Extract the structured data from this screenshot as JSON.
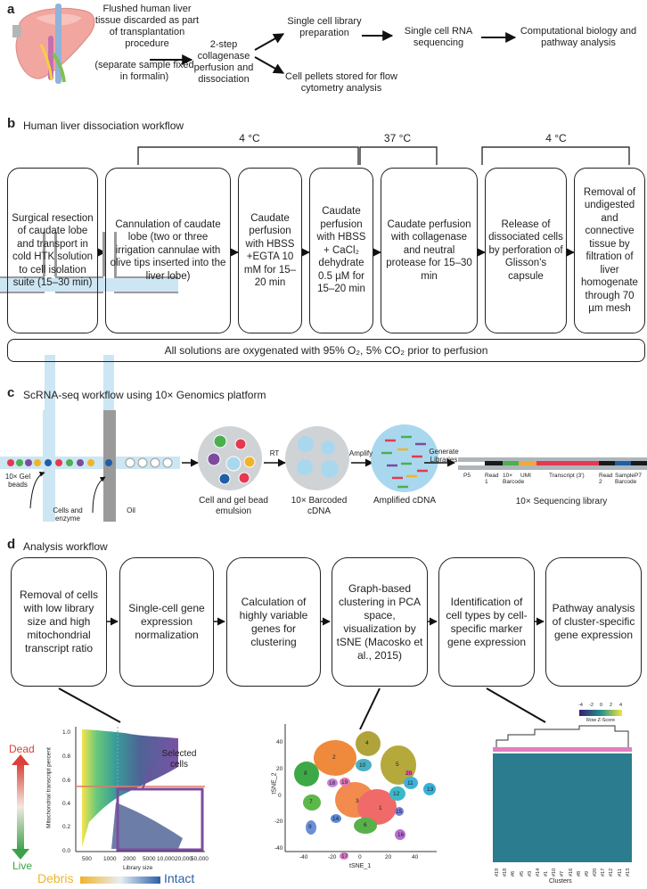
{
  "panel_a": {
    "label": "a",
    "tissue_text": "Flushed human liver tissue discarded as part of transplantation procedure",
    "formalin_text": "(separate sample fixed in formalin)",
    "dissociation_text": "2-step collagenase perfusion and dissociation",
    "library_prep_text": "Single cell library preparation",
    "pellets_text": "Cell pellets stored for flow cytometry analysis",
    "sequencing_text": "Single cell RNA sequencing",
    "analysis_text": "Computational biology and pathway analysis"
  },
  "panel_b": {
    "label": "b",
    "title": "Human liver dissociation workflow",
    "temps": [
      "4 °C",
      "37 °C",
      "4 °C"
    ],
    "steps": [
      "Surgical resection of caudate lobe and transport in cold HTK solution to cell isolation suite (15–30 min)",
      "Cannulation of caudate lobe (two or three irrigation cannulae with olive tips inserted into the liver lobe)",
      "Caudate perfusion with HBSS +EGTA 10 mM for 15–20 min",
      "Caudate perfusion with HBSS + CaCl₂ dehydrate 0.5 µM for 15–20 min",
      "Caudate perfusion with collagenase and neutral protease for 15–30 min",
      "Release of dissociated cells by perforation of Glisson's capsule",
      "Removal of undigested and connective tissue by filtration of liver homogenate through 70 µm mesh"
    ],
    "footnote": "All solutions are oxygenated with 95% O₂, 5% CO₂ prior to perfusion"
  },
  "panel_c": {
    "label": "c",
    "title": "ScRNA-seq workflow using 10× Genomics platform",
    "gel_beads": "10× Gel beads",
    "cells_enzyme": "Cells and enzyme",
    "oil": "Oil",
    "emulsion": "Cell and gel bead emulsion",
    "rt": "RT",
    "barcoded": "10× Barcoded cDNA",
    "amplify": "Amplify",
    "amplified": "Amplified cDNA",
    "generate": "Generate Libraries",
    "segments": [
      "P5",
      "Read 1",
      "10× Barcode",
      "UMI",
      "Transcript (3')",
      "Read 2",
      "Sample Barcode",
      "P7"
    ],
    "library_caption": "10× Sequencing library",
    "colors": {
      "bead_fill": "#cfd3d6",
      "drop_fill": "#a9d8ee",
      "channel_blue": "#cde6f3",
      "channel_gray": "#9a9a9a",
      "segment_colors": [
        "#1a1a1a",
        "#1a1a1a",
        "#4caf50",
        "#f2a93b",
        "#e53950",
        "#1a1a1a",
        "#1f5fa8",
        "#1a1a1a"
      ]
    }
  },
  "panel_d": {
    "label": "d",
    "title": "Analysis workflow",
    "steps": [
      "Removal of cells with low library size and high mitochondrial transcript ratio",
      "Single-cell gene expression normalization",
      "Calculation of highly variable genes for clustering",
      "Graph-based clustering in PCA space, visualization by tSNE (Macosko et al., 2015)",
      "Identification of cell types by cell-specific marker gene expression",
      "Pathway analysis of cluster-specific gene expression"
    ],
    "qc_plot": {
      "ylabel": "Mitochondrial transcript percent",
      "xlabel": "Library size",
      "yticks": [
        "0.0",
        "0.2",
        "0.4",
        "0.6",
        "0.8",
        "1.0"
      ],
      "xticks": [
        "500",
        "1000",
        "2000",
        "5000",
        "10,000",
        "20,000",
        "50,000"
      ],
      "selected": "Selected cells",
      "dead": "Dead",
      "live": "Live",
      "debris": "Debris",
      "intact": "Intact",
      "colors": {
        "dead": "#d9413a",
        "live": "#3aa24a",
        "debris": "#f0b429",
        "intact": "#2d5fa6",
        "gate": "#7d4b9e",
        "cutoff": "#e07b6a"
      }
    },
    "tsne": {
      "xlabel": "tSNE_1",
      "ylabel": "tSNE_2",
      "xticks": [
        "-40",
        "-20",
        "0",
        "20",
        "40"
      ],
      "yticks": [
        "-40",
        "-20",
        "0",
        "20",
        "40"
      ],
      "cluster_labels": [
        "1",
        "2",
        "3",
        "4",
        "5",
        "6",
        "7",
        "8",
        "9",
        "10",
        "11",
        "12",
        "13",
        "14",
        "15",
        "16",
        "17",
        "18",
        "19",
        "20"
      ]
    },
    "heatmap": {
      "legend_title": "Row Z-Score",
      "legend_ticks": [
        "-4",
        "-2",
        "0",
        "2",
        "4"
      ],
      "xlabel": "Clusters",
      "columns": [
        "#19",
        "#18",
        "#6",
        "#5",
        "#3",
        "#14",
        "#1",
        "#10",
        "#7",
        "#16",
        "#8",
        "#9",
        "#20",
        "#17",
        "#12",
        "#11",
        "#13"
      ]
    }
  }
}
